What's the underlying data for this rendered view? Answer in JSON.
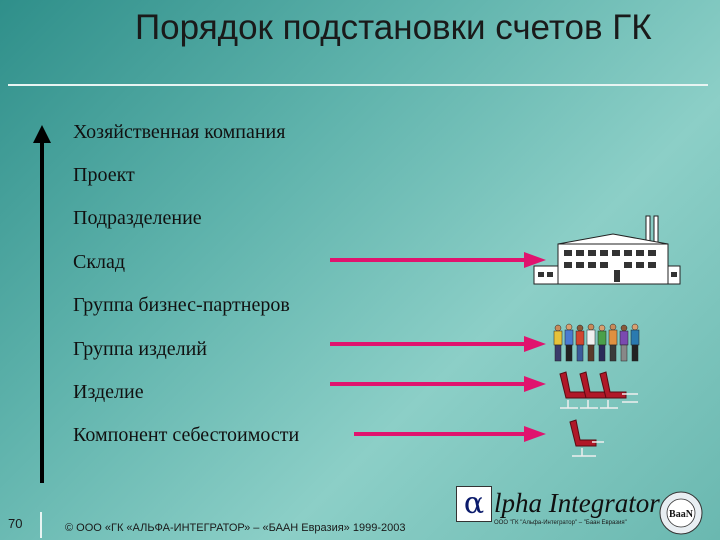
{
  "slide": {
    "title": "Порядок подстановки счетов ГК",
    "items": [
      {
        "label": "Хозяйственная компания"
      },
      {
        "label": "Проект"
      },
      {
        "label": "Подразделение"
      },
      {
        "label": "Склад"
      },
      {
        "label": "Группа бизнес-партнеров"
      },
      {
        "label": "Группа изделий"
      },
      {
        "label": "Изделие"
      },
      {
        "label": "Компонент себестоимости"
      }
    ],
    "arrow_color": "#e0136e",
    "illustrations": [
      "factory-icon",
      "people-group-icon",
      "chairs-group-icon",
      "chair-icon"
    ]
  },
  "footer": {
    "slide_number": "70",
    "copyright": "© ООО «ГК «АЛЬФА-ИНТЕГРАТОР» – «БААН Евразия» 1999-2003",
    "logo": {
      "symbol": "α",
      "text": "lpha Integrator",
      "subtitle": "ООО \"ГК \"Альфа-Интегратор\" – \"Баан Евразия\"",
      "seal_text": "BaaN"
    }
  }
}
